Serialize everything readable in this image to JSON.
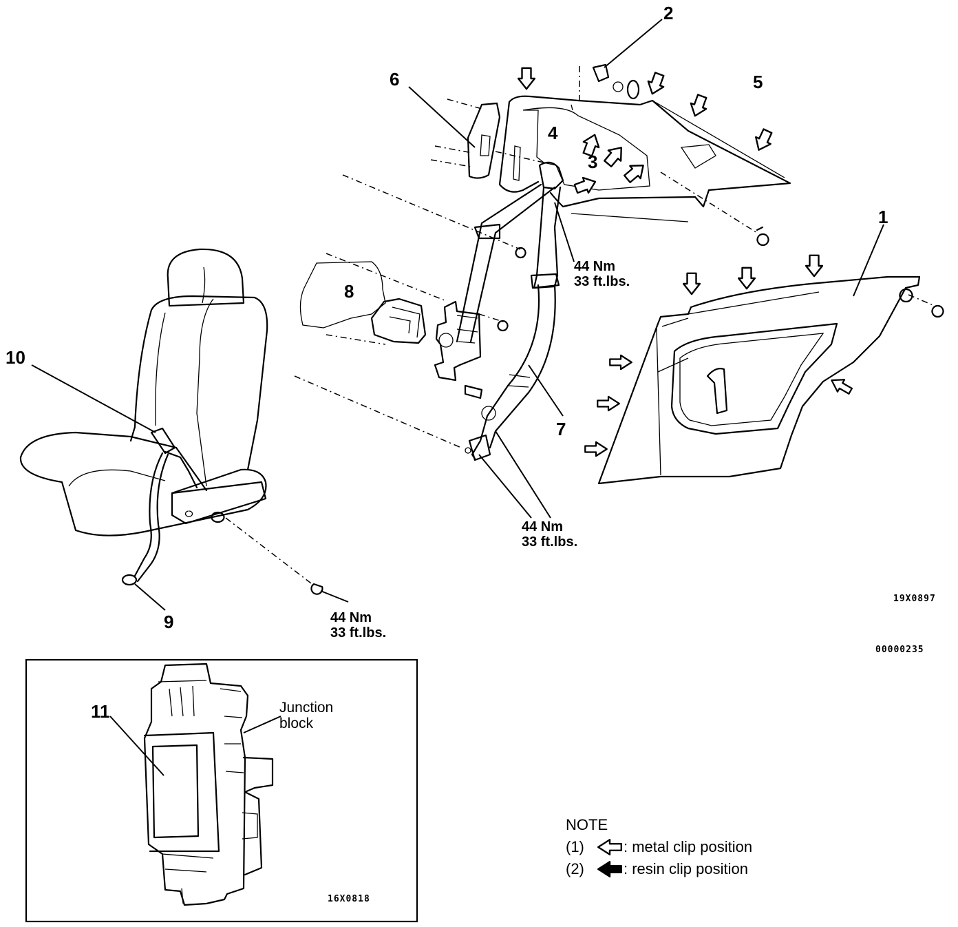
{
  "callouts": {
    "c1": "1",
    "c2": "2",
    "c3": "3",
    "c4": "4",
    "c5": "5",
    "c6": "6",
    "c7": "7",
    "c8": "8",
    "c9": "9",
    "c10": "10",
    "c11": "11"
  },
  "torque": [
    {
      "nm": "44 Nm",
      "ftlbs": "33 ft.lbs."
    },
    {
      "nm": "44 Nm",
      "ftlbs": "33 ft.lbs."
    },
    {
      "nm": "44 Nm",
      "ftlbs": "33 ft.lbs."
    }
  ],
  "figure_codes": {
    "main_ref": "19X0897",
    "doc_ref": "00000235",
    "inset_ref": "16X0818"
  },
  "junction_block_label": {
    "line1": "Junction",
    "line2": "block"
  },
  "note": {
    "title": "NOTE",
    "items": [
      {
        "index": "(1)",
        "text": ": metal clip position",
        "icon": "outline-arrow-icon"
      },
      {
        "index": "(2)",
        "text": ": resin clip position",
        "icon": "solid-arrow-icon"
      }
    ]
  },
  "colors": {
    "ink": "#000000",
    "paper": "#ffffff"
  }
}
